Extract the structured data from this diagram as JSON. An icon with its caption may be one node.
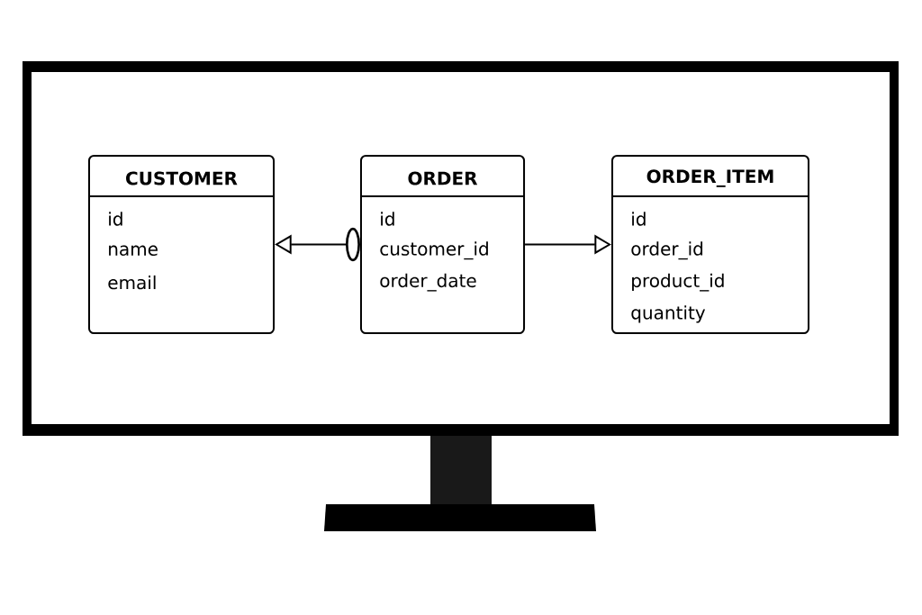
{
  "diagram": {
    "nodes": [
      {
        "text": [
          "CUSTOMER",
          "id",
          "name",
          "email"
        ]
      },
      {
        "text": [
          "ORDER",
          "id",
          "customer_id",
          "order_date"
        ]
      },
      {
        "text": [
          "ORDER_ITEM",
          "id",
          "order_id",
          "product_id",
          "quantity"
        ]
      }
    ],
    "edges": [
      {
        "from": 1,
        "to": 0,
        "arrow": "to"
      },
      {
        "from": 1,
        "to": 2,
        "arrow": "to"
      }
    ]
  }
}
